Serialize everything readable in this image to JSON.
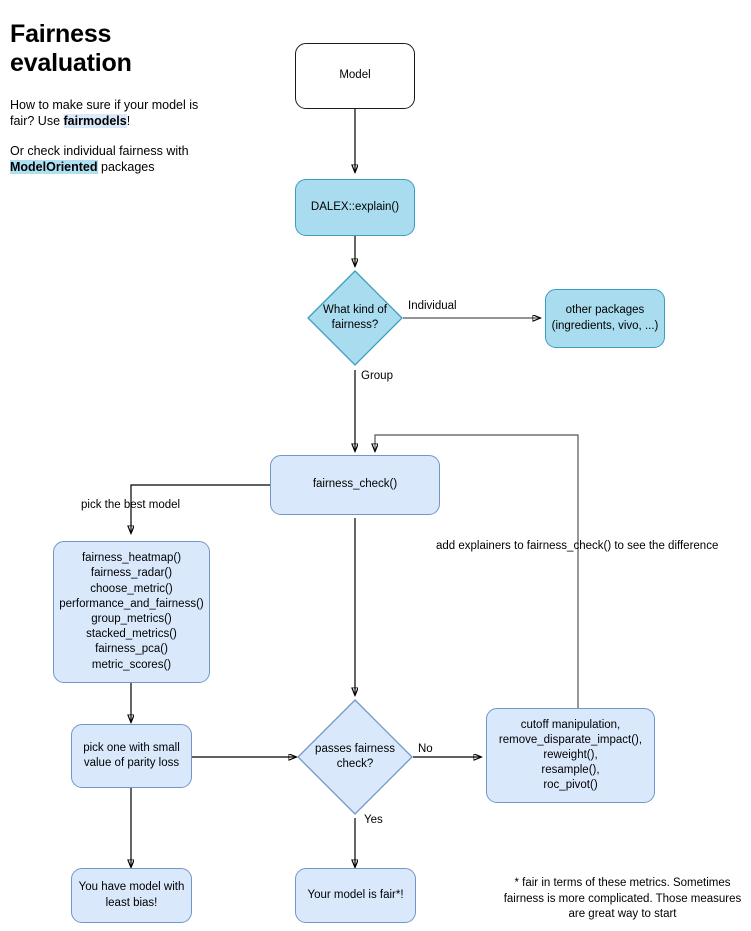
{
  "intro": {
    "title": "Fairness evaluation",
    "paragraph1_pre": "How to make sure if your model is fair? Use ",
    "paragraph1_highlight": "fairmodels",
    "paragraph1_post": "!",
    "paragraph2_pre": "Or check individual fairness with ",
    "paragraph2_highlight": "ModelOriented",
    "paragraph2_post": " packages"
  },
  "nodes": {
    "model": "Model",
    "explain": "DALEX::explain()",
    "kind_of_fairness": "What kind of\nfairness?",
    "other_packages": "other packages\n(ingredients, vivo, ...)",
    "fairness_check": "fairness_check()",
    "function_list": "fairness_heatmap()\nfairness_radar()\nchoose_metric()\nperformance_and_fairness()\ngroup_metrics()\nstacked_metrics()\nfairness_pca()\nmetric_scores()",
    "pick_one": "pick one with small\nvalue of parity loss",
    "passes_check": "passes fairness\ncheck?",
    "mitigation": "cutoff manipulation,\nremove_disparate_impact(),\nreweight(),\nresample(),\nroc_pivot()",
    "least_bias": "You have model with\nleast bias!",
    "model_is_fair": "Your model is fair*!"
  },
  "edge_labels": {
    "individual": "Individual",
    "group": "Group",
    "pick_best_model": "pick the best model",
    "add_explainers": "add explainers to fairness_check() to see the difference",
    "no": "No",
    "yes": "Yes"
  },
  "footnote": "* fair in terms of these metrics. Sometimes fairness is more complicated. Those measures are great way to start",
  "colors": {
    "cyan_fill": "#a8dcee",
    "cyan_border": "#3a9ebd",
    "blue_fill": "#dae8fc",
    "blue_border": "#7296c8",
    "white_fill": "#ffffff",
    "edge": "#000000",
    "edge_gray": "#555555"
  }
}
